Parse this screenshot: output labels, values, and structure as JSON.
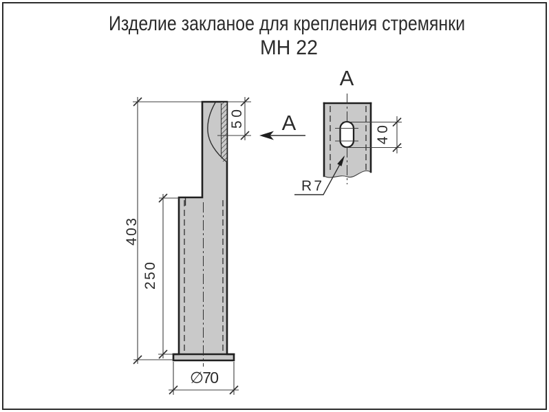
{
  "title": {
    "line1": "Изделие закланое для крепления стремянки",
    "line2": "МН 22"
  },
  "front_view": {
    "dim_total_height": "403",
    "dim_lower_height": "250",
    "dim_slot_offset": "50",
    "dim_base_diameter": "∅70",
    "view_arrow_label": "А"
  },
  "section_view": {
    "view_label": "А",
    "dim_slot_height": "40",
    "slot_radius_label": "R7"
  },
  "colors": {
    "part_fill": "#c9c9c9",
    "outline": "#1f1f1f",
    "dim_line": "#3c3c3c",
    "background": "#ffffff"
  }
}
